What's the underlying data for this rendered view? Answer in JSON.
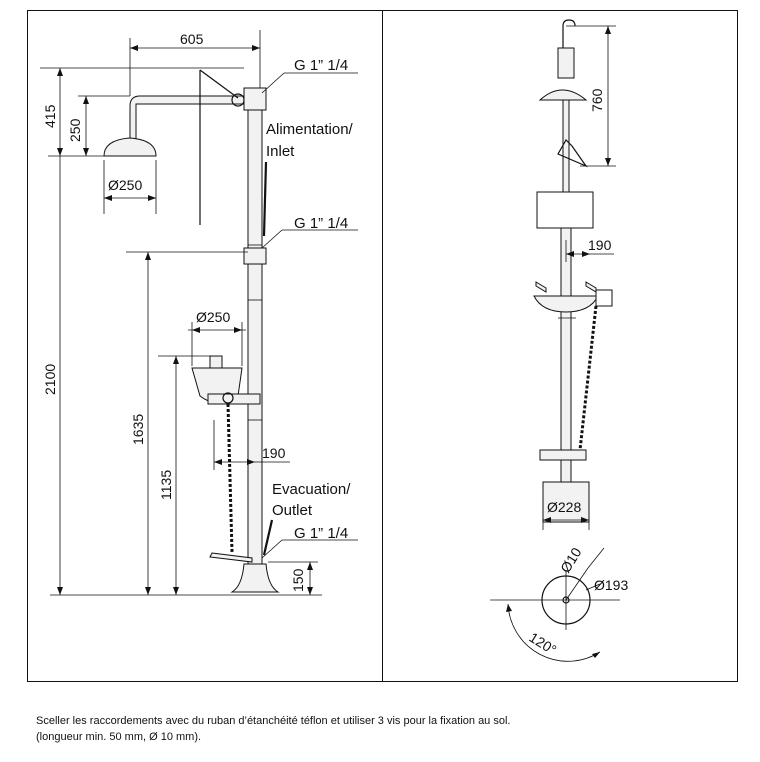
{
  "left_view": {
    "dims": {
      "width_605": "605",
      "height_415": "415",
      "height_250": "250",
      "dia_shower": "Ø250",
      "height_2100": "2100",
      "dia_bowl": "Ø250",
      "height_1635": "1635",
      "height_1135": "1135",
      "offset_190": "190",
      "height_150": "150"
    },
    "labels": {
      "thread_top": "G 1” 1/4",
      "inlet_fr": "Alimentation/",
      "inlet_en": "Inlet",
      "thread_mid": "G 1” 1/4",
      "outlet_fr": "Evacuation/",
      "outlet_en": "Outlet",
      "thread_bottom": "G 1” 1/4"
    }
  },
  "right_view": {
    "dims": {
      "height_760": "760",
      "offset_190": "190",
      "dia_base": "Ø228",
      "dia_10": "Ø10",
      "dia_193": "Ø193",
      "angle": "120°"
    }
  },
  "footer": {
    "line1": "Sceller les raccordements avec du ruban d’étanchéité téflon et utiliser 3 vis pour la fixation au sol.",
    "line2": "(longueur min. 50 mm, Ø 10 mm)."
  }
}
